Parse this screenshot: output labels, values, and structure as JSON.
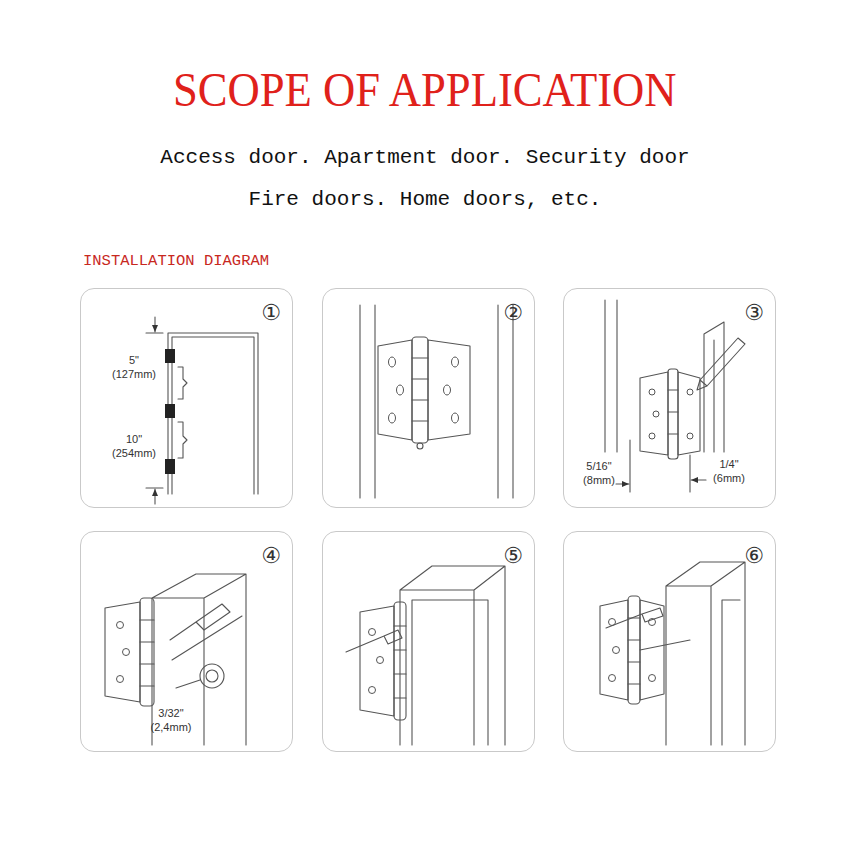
{
  "diagram": {
    "title": "SCOPE OF APPLICATION",
    "nodes": [
      {
        "text": [
          "①",
          "5\" (127mm)",
          "10\" (254mm)"
        ]
      },
      {
        "text": [
          "②"
        ]
      },
      {
        "text": [
          "③",
          "5/16\" (8mm)",
          "1/4\" (6mm)"
        ]
      },
      {
        "text": [
          "④",
          "3/32\" (2,4mm)"
        ]
      },
      {
        "text": [
          "⑤"
        ]
      },
      {
        "text": [
          "⑥"
        ]
      }
    ],
    "labels": [
      "Access door. Apartment door. Security door",
      "Fire doors. Home doors, etc.",
      "INSTALLATION DIAGRAM"
    ]
  }
}
